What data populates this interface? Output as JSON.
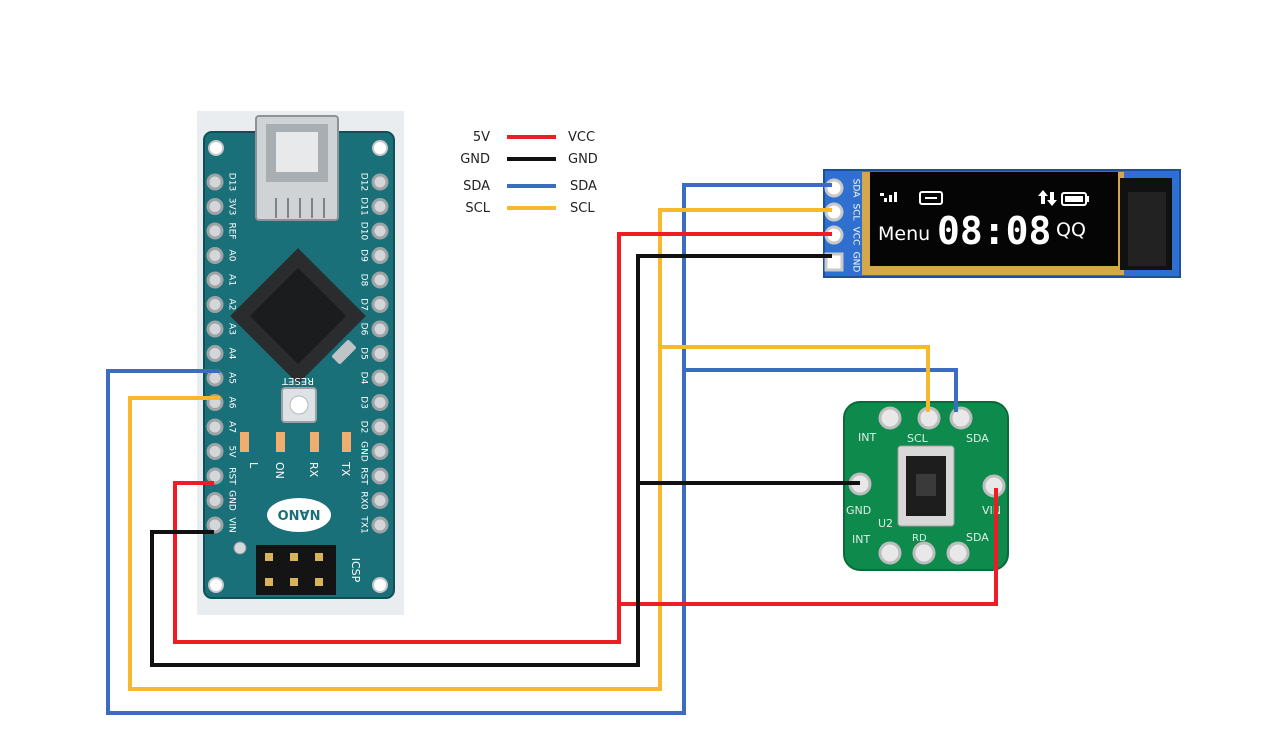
{
  "legend": {
    "rows": [
      {
        "left": "5V",
        "right": "VCC",
        "color": "#ee1c24"
      },
      {
        "left": "GND",
        "right": "GND",
        "color": "#111111"
      },
      {
        "left": "SDA",
        "right": "SDA",
        "color": "#3b6cc0"
      },
      {
        "left": "SCL",
        "right": "SCL",
        "color": "#f7b82b"
      }
    ]
  },
  "arduino": {
    "name": "NANO",
    "reset": "RESET",
    "icsp": "ICSP",
    "leds": [
      "L",
      "ON",
      "RX",
      "TX"
    ],
    "left_pins": [
      "D13",
      "3V3",
      "REF",
      "A0",
      "A1",
      "A2",
      "A3",
      "A4",
      "A5",
      "A6",
      "A7",
      "5V",
      "RST",
      "GND",
      "VIN"
    ],
    "right_pins": [
      "D12",
      "D11",
      "D10",
      "D9",
      "D8",
      "D7",
      "D6",
      "D5",
      "D4",
      "D3",
      "D2",
      "GND",
      "RST",
      "RX0",
      "TX1"
    ]
  },
  "oled": {
    "pins": [
      "SDA",
      "SCL",
      "VCC",
      "GND"
    ],
    "menu": "Menu",
    "time": "08:08",
    "qq": "QQ"
  },
  "sensor": {
    "top_labels": [
      "INT",
      "SCL",
      "SDA"
    ],
    "left_label": "GND",
    "right_label": "VIN",
    "bottom_labels": [
      "INT",
      "U2",
      "RD",
      "SDA"
    ]
  },
  "wire_colors": {
    "red": "#ee1c24",
    "black": "#111111",
    "blue": "#3b6cc0",
    "yellow": "#f7b82b"
  }
}
